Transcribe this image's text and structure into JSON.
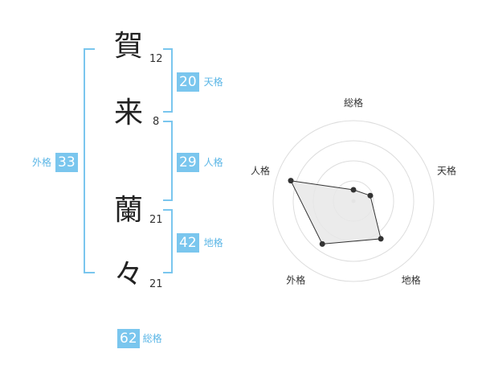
{
  "name_chars": [
    {
      "char": "賀",
      "strokes": "12"
    },
    {
      "char": "来",
      "strokes": "8"
    },
    {
      "char": "蘭",
      "strokes": "21"
    },
    {
      "char": "々",
      "strokes": "21"
    }
  ],
  "fortune": {
    "tenkaku": {
      "value": "20",
      "label": "天格"
    },
    "jinkaku": {
      "value": "29",
      "label": "人格"
    },
    "chikaku": {
      "value": "42",
      "label": "地格"
    },
    "gaikaku": {
      "value": "33",
      "label": "外格"
    },
    "soukaku": {
      "value": "62",
      "label": "総格"
    }
  },
  "colors": {
    "accent": "#7ac6ee",
    "accent_text": "#5bb6e6"
  },
  "chart_data": {
    "type": "radar",
    "axes": [
      "総格",
      "天格",
      "地格",
      "外格",
      "人格"
    ],
    "values": [
      0.14,
      0.22,
      0.58,
      0.66,
      0.82
    ],
    "range": [
      0,
      1
    ],
    "rings": 4
  }
}
